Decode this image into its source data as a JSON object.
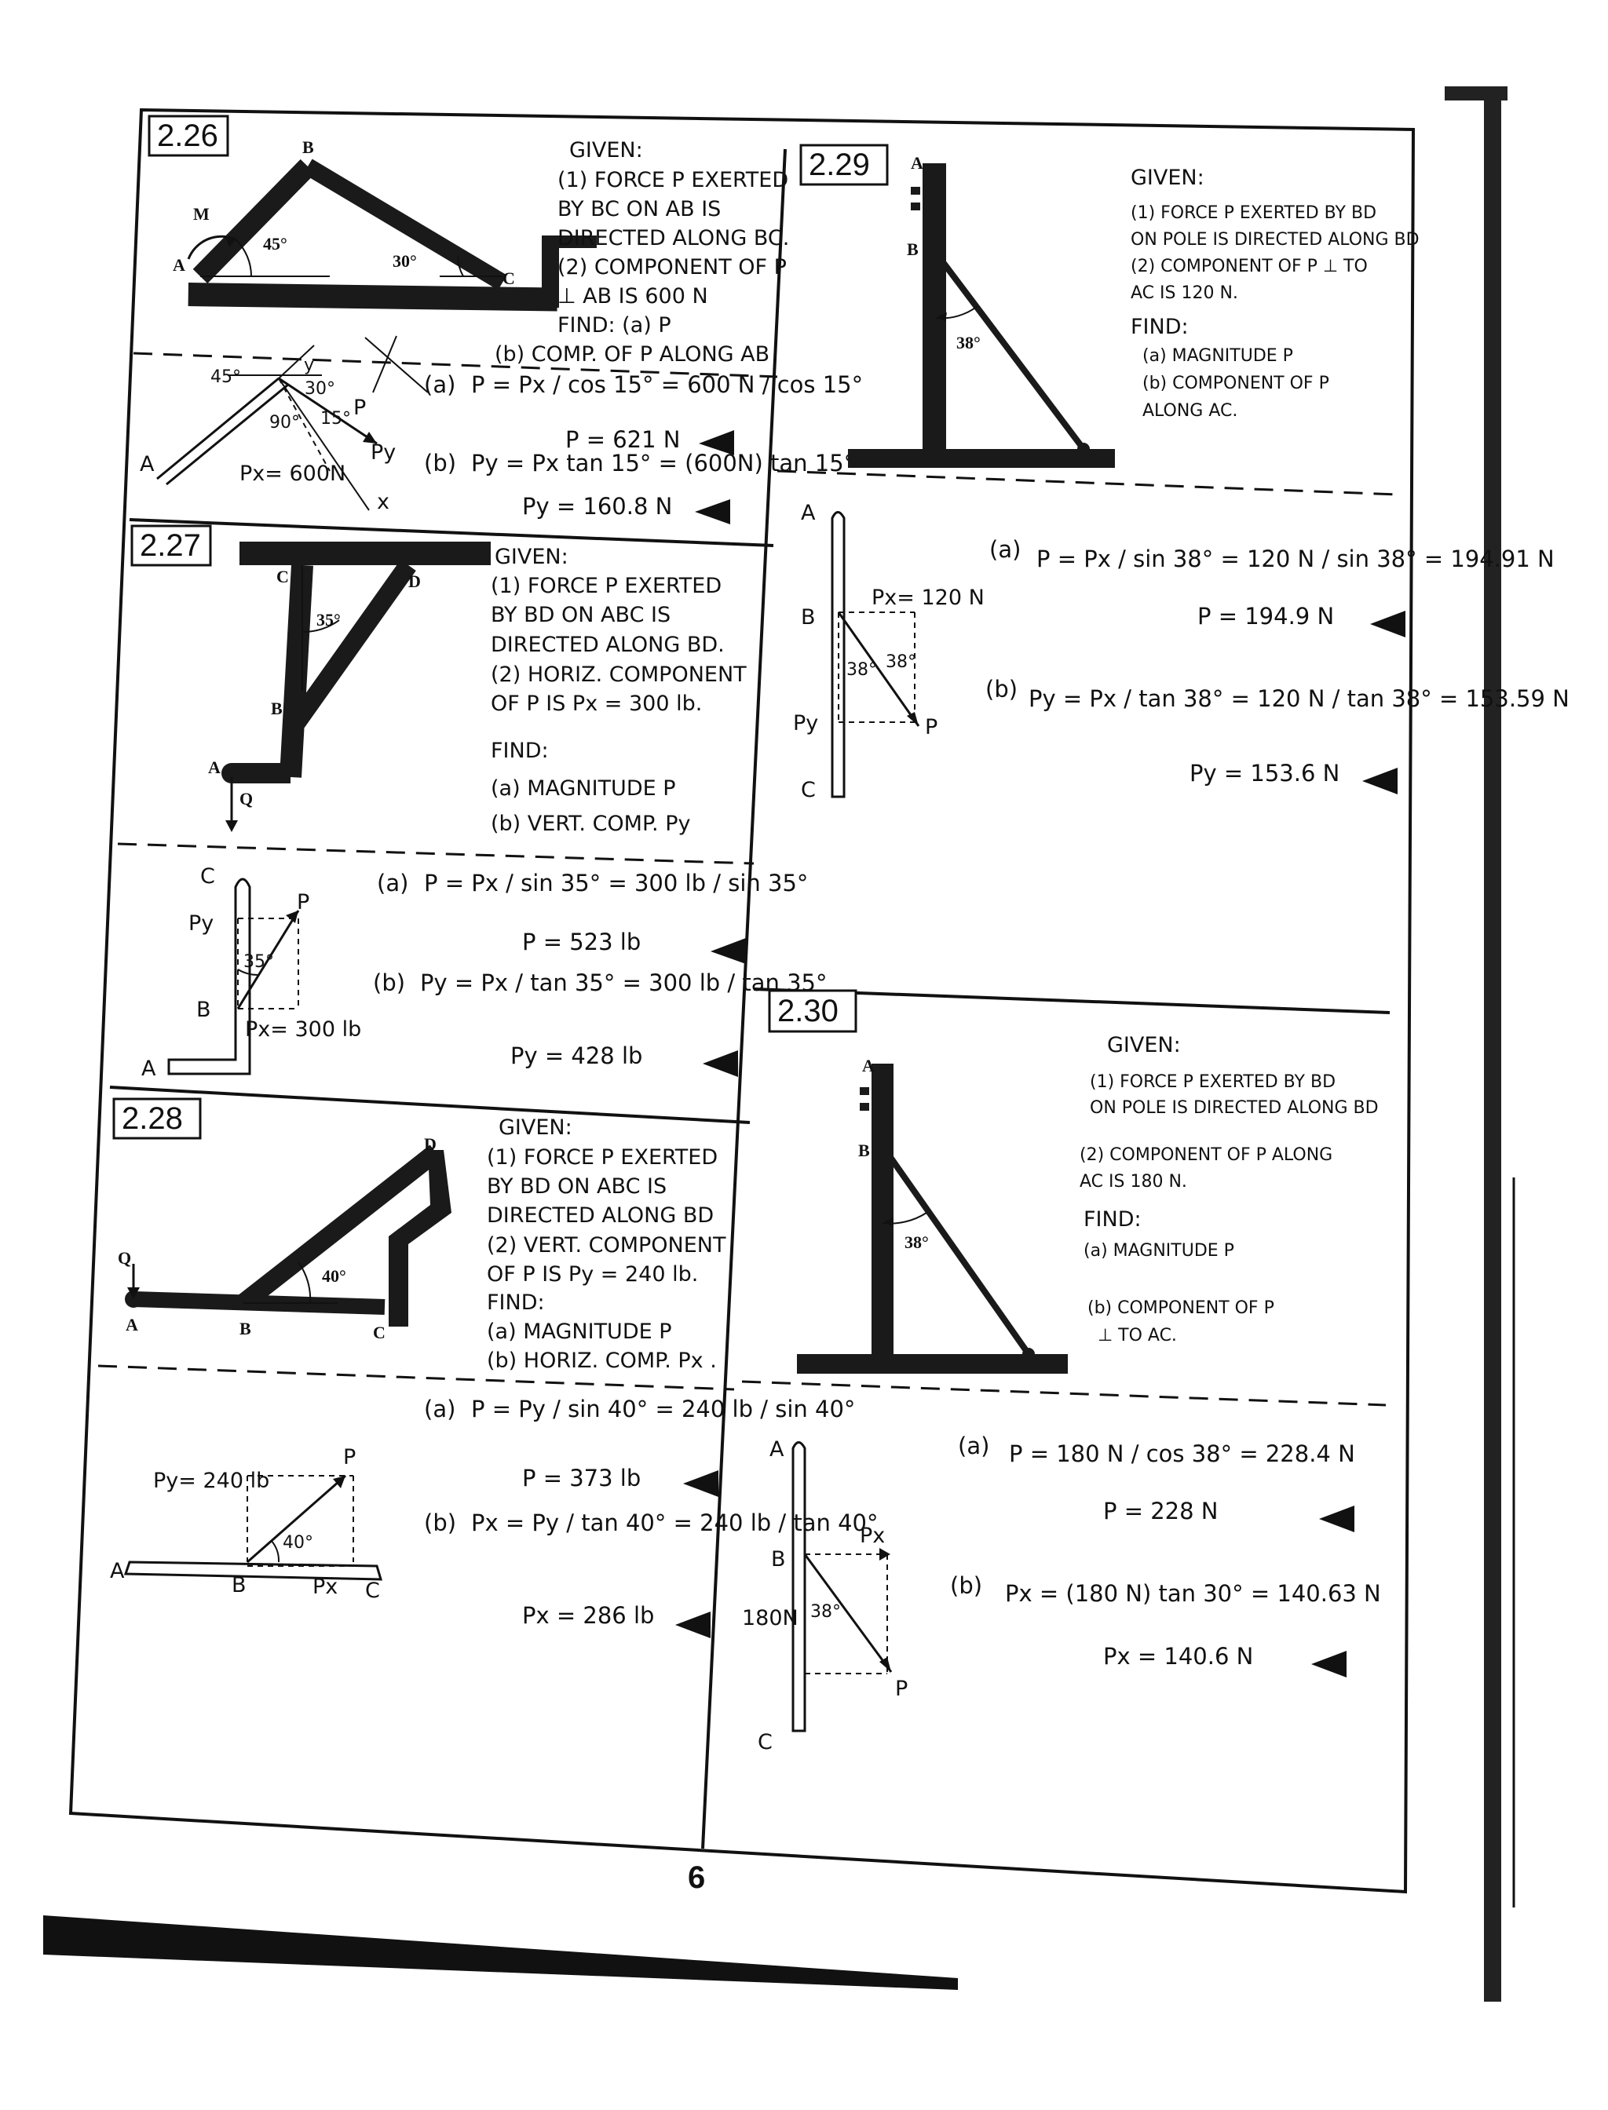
{
  "page_number": "6",
  "p226": {
    "num": "2.26",
    "given": [
      "GIVEN:",
      "(1) FORCE P EXERTED",
      "BY BC ON AB IS",
      "DIRECTED ALONG BC.",
      "(2) COMPONENT OF P",
      "⊥ AB IS 600 N",
      "FIND: (a) P",
      "(b) COMP. OF P ALONG AB"
    ],
    "fig_labels": {
      "A": "A",
      "B": "B",
      "C": "C",
      "M": "M",
      "ang1": "45°",
      "ang2": "30°"
    },
    "sol_labels": {
      "ang45": "45°",
      "ang30": "30°",
      "ang90": "90°",
      "ang15": "15°",
      "P": "P",
      "Py": "Py",
      "Px": "Px= 600N",
      "A": "A",
      "x": "x",
      "y": "y"
    },
    "sol": {
      "a_lbl": "(a)",
      "a_eq": "P = Px / cos 15° = 600 N / cos 15°",
      "a_ans": "P = 621 N",
      "b_lbl": "(b)",
      "b_eq": "Py = Px tan 15° = (600N) tan 15°",
      "b_ans": "Py = 160.8 N"
    }
  },
  "p227": {
    "num": "2.27",
    "given": [
      "GIVEN:",
      "(1) FORCE P EXERTED",
      "BY BD ON ABC IS",
      "DIRECTED ALONG BD.",
      "(2) HORIZ. COMPONENT",
      "OF P IS Px = 300 lb.",
      "FIND:",
      "(a) MAGNITUDE P",
      "(b) VERT. COMP. Py"
    ],
    "fig_labels": {
      "A": "A",
      "B": "B",
      "C": "C",
      "D": "D",
      "Q": "Q",
      "ang": "35°"
    },
    "sol_labels": {
      "C": "C",
      "Py": "Py",
      "P": "P",
      "ang": "35°",
      "B": "B",
      "Px": "Px= 300 lb",
      "A": "A"
    },
    "sol": {
      "a_lbl": "(a)",
      "a_eq": "P = Px / sin 35° = 300 lb / sin 35°",
      "a_ans": "P = 523 lb",
      "b_lbl": "(b)",
      "b_eq": "Py = Px / tan 35° = 300 lb / tan 35°",
      "b_ans": "Py = 428 lb"
    }
  },
  "p228": {
    "num": "2.28",
    "given": [
      "GIVEN:",
      "(1) FORCE P EXERTED",
      "BY BD ON ABC IS",
      "DIRECTED ALONG BD",
      "(2) VERT. COMPONENT",
      "OF P IS Py = 240 lb.",
      "FIND:",
      "(a) MAGNITUDE P",
      "(b) HORIZ. COMP. Px ."
    ],
    "fig_labels": {
      "Q": "Q",
      "A": "A",
      "B": "B",
      "C": "C",
      "D": "D",
      "ang": "40°"
    },
    "sol_labels": {
      "Py": "Py= 240 lb",
      "P": "P",
      "ang": "40°",
      "A": "A",
      "B": "B",
      "Px": "Px",
      "C": "C"
    },
    "sol": {
      "a_lbl": "(a)",
      "a_eq": "P = Py / sin 40° = 240 lb / sin 40°",
      "a_ans": "P = 373 lb",
      "b_lbl": "(b)",
      "b_eq": "Px = Py / tan 40° = 240 lb / tan 40°",
      "b_ans": "Px = 286 lb"
    }
  },
  "p229": {
    "num": "2.29",
    "given": [
      "GIVEN:",
      "(1) FORCE P EXERTED BY BD",
      "ON POLE IS DIRECTED ALONG BD",
      "(2) COMPONENT OF P ⊥ TO",
      "AC IS 120 N.",
      "FIND:",
      "(a) MAGNITUDE P",
      "(b) COMPONENT OF P",
      "ALONG AC."
    ],
    "fig_labels": {
      "A": "A",
      "B": "B",
      "ang": "38°"
    },
    "sol_labels": {
      "A": "A",
      "B": "B",
      "C": "C",
      "Px": "Px= 120 N",
      "ang1": "38°",
      "ang2": "38°",
      "Py": "Py",
      "P": "P"
    },
    "sol": {
      "a_lbl": "(a)",
      "a_eq": "P = Px / sin 38° = 120 N / sin 38° = 194.91 N",
      "a_ans": "P = 194.9 N",
      "b_lbl": "(b)",
      "b_eq": "Py = Px / tan 38° = 120 N / tan 38° = 153.59 N",
      "b_ans": "Py = 153.6 N"
    }
  },
  "p230": {
    "num": "2.30",
    "given": [
      "GIVEN:",
      "(1) FORCE P EXERTED BY BD",
      "ON POLE IS DIRECTED ALONG BD",
      "(2) COMPONENT OF P ALONG",
      "AC IS 180 N.",
      "FIND:",
      "(a) MAGNITUDE P",
      "(b) COMPONENT OF P",
      "⊥ TO AC."
    ],
    "fig_labels": {
      "A": "A",
      "B": "B",
      "ang": "38°"
    },
    "sol_labels": {
      "A": "A",
      "B": "B",
      "C": "C",
      "Px": "Px",
      "N": "180N",
      "ang": "38°",
      "P": "P"
    },
    "sol": {
      "a_lbl": "(a)",
      "a_eq": "P = 180 N / cos 38° = 228.4 N",
      "a_ans": "P = 228 N",
      "b_lbl": "(b)",
      "b_eq": "Px = (180 N) tan 30° = 140.63 N",
      "b_ans": "Px = 140.6 N"
    }
  }
}
